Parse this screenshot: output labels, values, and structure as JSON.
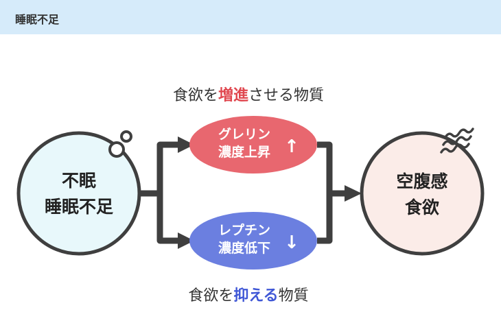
{
  "header": {
    "title": "睡眠不足"
  },
  "left_circle": {
    "line1": "不眠",
    "line2": "睡眠不足"
  },
  "top_caption": {
    "prefix": "食欲を",
    "emphasis": "増進",
    "suffix": "させる物質"
  },
  "top_oval": {
    "line1": "グレリン",
    "line2": "濃度上昇",
    "arrow": "↑"
  },
  "bottom_oval": {
    "line1": "レプチン",
    "line2": "濃度低下",
    "arrow": "↓"
  },
  "bottom_caption": {
    "prefix": "食欲を",
    "emphasis": "抑える",
    "suffix": "物質"
  },
  "right_circle": {
    "line1": "空腹感",
    "line2": "食欲"
  },
  "colors": {
    "header_bg": "#d6ebfa",
    "left_circle_fill": "#e8f8fb",
    "right_circle_fill": "#fbece8",
    "top_oval_fill": "#e8676f",
    "bottom_oval_fill": "#6b7fe0",
    "increase_text": "#e0474f",
    "decrease_text": "#3f57d6",
    "connector": "#3f3f3f"
  }
}
